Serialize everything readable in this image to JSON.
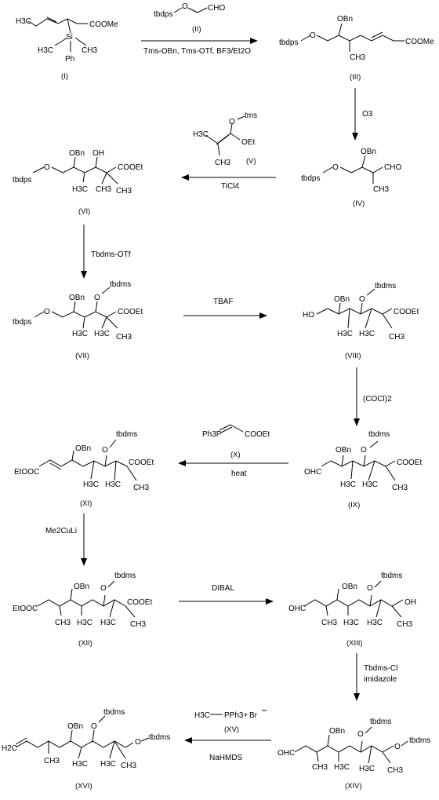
{
  "compounds": [
    {
      "id": "I",
      "label": "(I)",
      "texts": [
        "H3C",
        "Si",
        "H3C",
        "CH3",
        "Ph",
        "COOMe"
      ]
    },
    {
      "id": "II",
      "label": "(II)",
      "texts": [
        "tbdps",
        "O",
        "CHO"
      ]
    },
    {
      "id": "III",
      "label": "(III)",
      "texts": [
        "OBn",
        "tbdps",
        "O",
        "CH3",
        "COOMe"
      ]
    },
    {
      "id": "IV",
      "label": "(IV)",
      "texts": [
        "OBn",
        "tbdps",
        "O",
        "CHO",
        "CH3"
      ]
    },
    {
      "id": "V",
      "label": "(V)",
      "texts": [
        "O",
        "tms",
        "OEt",
        "H3C",
        "CH3"
      ]
    },
    {
      "id": "VI",
      "label": "(VI)",
      "texts": [
        "OBn",
        "OH",
        "tbdps",
        "O",
        "COOEt",
        "H3C",
        "CH3",
        "CH3"
      ]
    },
    {
      "id": "VII",
      "label": "(VII)",
      "texts": [
        "tbdms",
        "OBn",
        "O",
        "tbdps",
        "O",
        "COOEt",
        "H3C",
        "H3C",
        "CH3"
      ]
    },
    {
      "id": "VIII",
      "label": "(VIII)",
      "texts": [
        "tbdms",
        "OBn",
        "O",
        "HO",
        "COOEt",
        "H3C",
        "H3C",
        "CH3"
      ]
    },
    {
      "id": "IX",
      "label": "(IX)",
      "texts": [
        "tbdms",
        "OBn",
        "O",
        "OHC",
        "COOEt",
        "H3C",
        "H3C",
        "CH3"
      ]
    },
    {
      "id": "X",
      "label": "(X)",
      "texts": [
        "Ph3P",
        "COOEt"
      ]
    },
    {
      "id": "XI",
      "label": "(XI)",
      "texts": [
        "tbdms",
        "OBn",
        "O",
        "EtOOC",
        "COOEt",
        "H3C",
        "H3C",
        "CH3"
      ]
    },
    {
      "id": "XII",
      "label": "(XII)",
      "texts": [
        "tbdms",
        "OBn",
        "O",
        "EtOOC",
        "COOEt",
        "CH3",
        "H3C",
        "H3C",
        "CH3"
      ]
    },
    {
      "id": "XIII",
      "label": "(XIII)",
      "texts": [
        "tbdms",
        "OBn",
        "O",
        "OHC",
        "OH",
        "CH3",
        "H3C",
        "H3C",
        "CH3"
      ]
    },
    {
      "id": "XIV",
      "label": "(XIV)",
      "texts": [
        "tbdms",
        "OBn",
        "O",
        "OHC",
        "O",
        "tbdms",
        "CH3",
        "H3C",
        "H3C",
        "CH3"
      ]
    },
    {
      "id": "XV",
      "label": "(XV)",
      "texts": [
        "H3C",
        "PPh3+",
        "Br"
      ]
    },
    {
      "id": "XVI",
      "label": "(XVI)",
      "texts": [
        "tbdms",
        "OBn",
        "O",
        "H2C",
        "O",
        "tbdms",
        "CH3",
        "H3C",
        "H3C",
        "CH3"
      ]
    }
  ],
  "reagents": {
    "r1": "Tms-OBn, Tms-OTf, BF3/Et2O",
    "r2": "O3",
    "r3": "TiCl4",
    "r4": "Tbdms-OTf",
    "r5": "TBAF",
    "r6": "(COCl)2",
    "r7": "heat",
    "r8": "Me2CuLi",
    "r9": "DIBAL",
    "r10a": "Tbdms-Cl",
    "r10b": "imidazole",
    "r11": "NaHMDS"
  }
}
